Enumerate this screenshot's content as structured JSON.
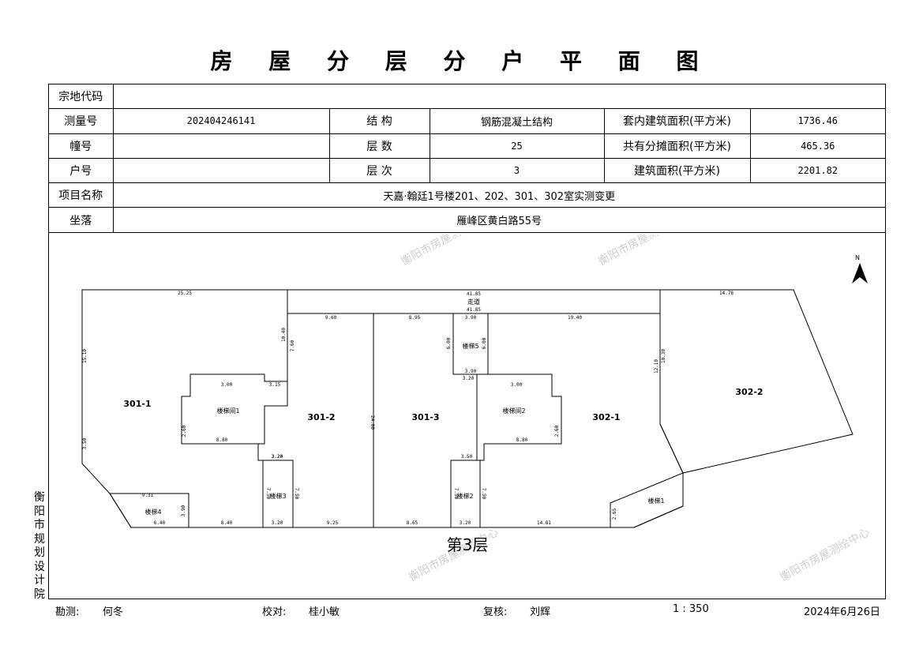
{
  "title": "房 屋 分 层 分 户 平 面 图",
  "info": {
    "parcel_code_label": "宗地代码",
    "parcel_code": "",
    "survey_no_label": "测量号",
    "survey_no": "202404246141",
    "structure_label": "结 构",
    "structure": "钢筋混凝土结构",
    "inner_area_label": "套内建筑面积(平方米)",
    "inner_area": "1736.46",
    "building_no_label": "幢号",
    "building_no": "",
    "floors_label": "层 数",
    "floors": "25",
    "shared_area_label": "共有分摊面积(平方米)",
    "shared_area": "465.36",
    "unit_no_label": "户号",
    "unit_no": "",
    "floor_index_label": "层 次",
    "floor_index": "3",
    "total_area_label": "建筑面积(平方米)",
    "total_area": "2201.82",
    "project_label": "项目名称",
    "project": "天嘉·翰廷1号楼201、202、301、302室实测变更",
    "location_label": "坐落",
    "location": "雁峰区黄白路55号"
  },
  "plan": {
    "floor_label": "第3层",
    "north": "N",
    "units": [
      "301-1",
      "301-2",
      "301-3",
      "302-1",
      "302-2"
    ],
    "rooms": [
      "楼梯间1",
      "楼梯间2",
      "楼梯4",
      "楼梯1",
      "楼梯3",
      "楼梯2",
      "楼梯5",
      "走道"
    ],
    "dims": [
      "25.25",
      "41.85",
      "41.85",
      "14.78",
      "9.60",
      "8.95",
      "3.90",
      "19.40",
      "24.00",
      "3.00",
      "3.00",
      "3.15",
      "3.20",
      "3.20",
      "3.90",
      "8.80",
      "8.80",
      "3.20",
      "3.50",
      "3.20",
      "3.20",
      "7.50",
      "7.50",
      "7.50",
      "7.50",
      "9.31",
      "6.40",
      "8.40",
      "9.25",
      "8.65",
      "14.81",
      "3.90",
      "2.65",
      "2.60",
      "2.60",
      "6.00",
      "6.00",
      "15.10",
      "3.50",
      "10.40",
      "7.60",
      "10.30",
      "12.10"
    ]
  },
  "side_text": "衡阳市规划设计院",
  "watermark": "衡阳市房屋测绘中心",
  "footer": {
    "surveyor_label": "勘测:",
    "surveyor": "何冬",
    "checker_label": "校对:",
    "checker": "桂小敏",
    "reviewer_label": "复核:",
    "reviewer": "刘辉",
    "scale": "1 : 350",
    "date": "2024年6月26日"
  }
}
